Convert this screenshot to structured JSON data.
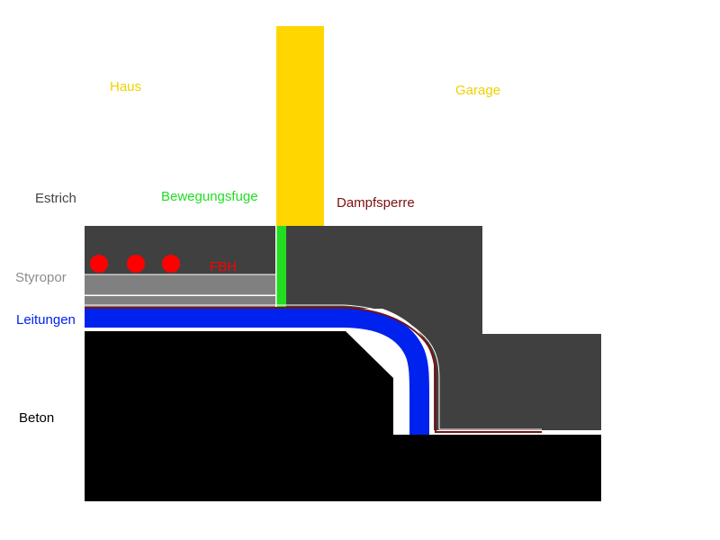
{
  "labels": {
    "haus": "Haus",
    "garage": "Garage",
    "estrich": "Estrich",
    "bewegungsfuge": "Bewegungsfuge",
    "dampfsperre": "Dampfsperre",
    "styropor": "Styropor",
    "fbh": "FBH",
    "leitungen": "Leitungen",
    "beton": "Beton"
  },
  "colors": {
    "haus": "#f0d000",
    "wall": "#ffd600",
    "garage": "#f0d000",
    "estrich": "#444444",
    "bewegungsfuge": "#22dd22",
    "dampfsperre": "#7a1010",
    "styropor": "#8c8c8c",
    "fbh": "#ff0000",
    "leitungen": "#0022ee",
    "beton": "#000000",
    "screed": "#404040",
    "insulation": "#808080"
  }
}
